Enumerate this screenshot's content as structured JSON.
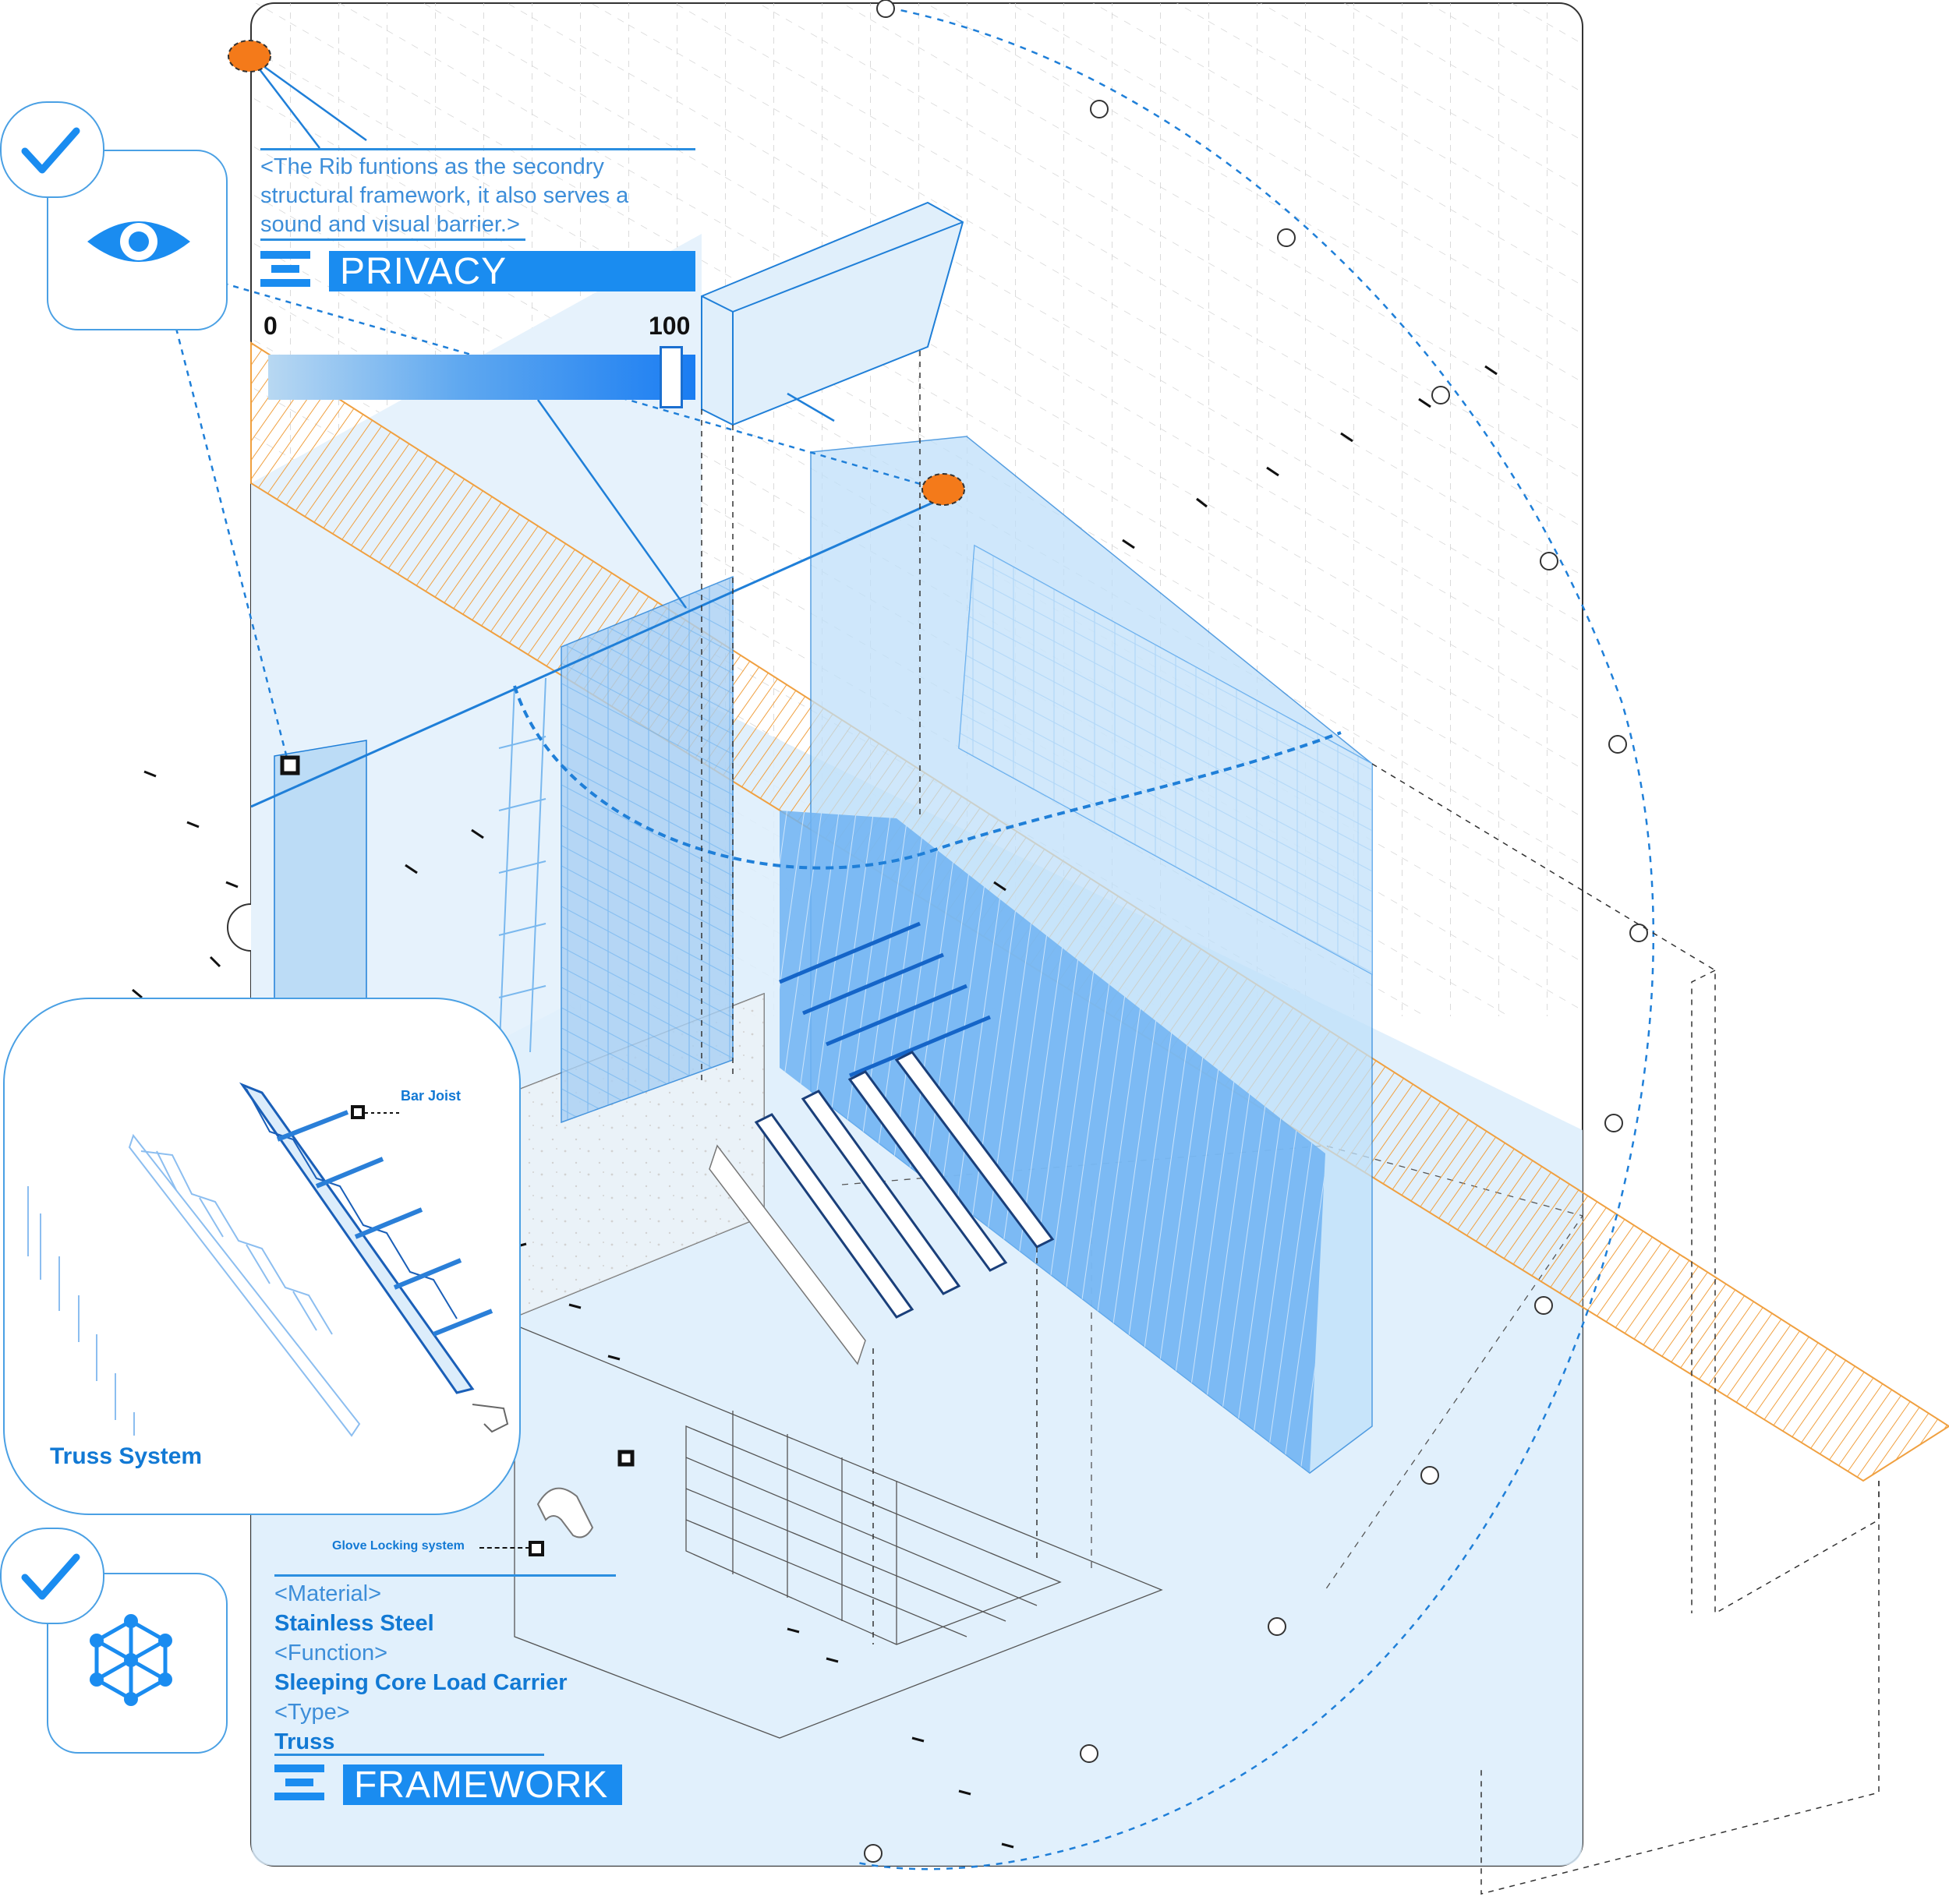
{
  "privacy_panel": {
    "description": "<The Rib funtions as the secondry structural framework, it also serves a sound and visual barrier.>",
    "tag": "PRIVACY",
    "slider": {
      "min_label": "0",
      "max_label": "100",
      "value": 1.0
    }
  },
  "callouts": {
    "bar_joist": "Bar Joist",
    "truss_system": "Truss System",
    "glove_locking": "Glove Locking system"
  },
  "spec": {
    "material_key": "<Material>",
    "material_value": "Stainless Steel",
    "function_key": "<Function>",
    "function_value": "Sleeping Core Load Carrier",
    "type_key": "<Type>",
    "type_value": "Truss",
    "tag": "FRAMEWORK"
  },
  "icons": {
    "check_top": "checkmark-icon",
    "eye": "eye-icon",
    "check_bottom": "checkmark-icon",
    "network": "network-cube-icon"
  },
  "colors": {
    "accent_blue": "#1a8cf0",
    "line_blue": "#1f7fd8",
    "light_blue_fill": "#dcedfb",
    "orange_band": "#f0a040",
    "marker_orange": "#f47a1a"
  }
}
